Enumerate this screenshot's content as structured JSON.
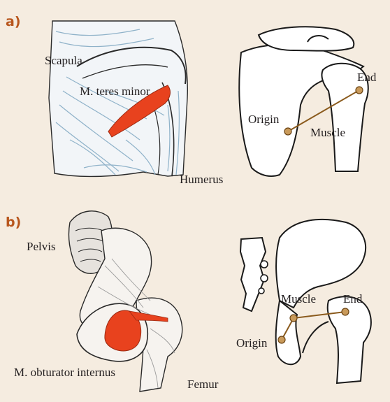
{
  "panels": [
    {
      "id": "a",
      "label": "a)",
      "anatomy_labels": {
        "bone_upper": "Scapula",
        "muscle": "M. teres minor",
        "bone_lower": "Humerus"
      },
      "schematic_labels": {
        "origin": "Origin",
        "end": "End",
        "muscle": "Muscle"
      }
    },
    {
      "id": "b",
      "label": "b)",
      "anatomy_labels": {
        "bone_upper": "Pelvis",
        "muscle": "M. obturator internus",
        "bone_lower": "Femur"
      },
      "schematic_labels": {
        "origin": "Origin",
        "end": "End",
        "muscle": "Muscle"
      }
    }
  ],
  "colors": {
    "background": "#f5ece0",
    "panel_label": "#b8561d",
    "muscle_highlight": "#e8421e",
    "muscle_line": "#8a5a1c",
    "fiber_blue": "#8fb2c9"
  }
}
